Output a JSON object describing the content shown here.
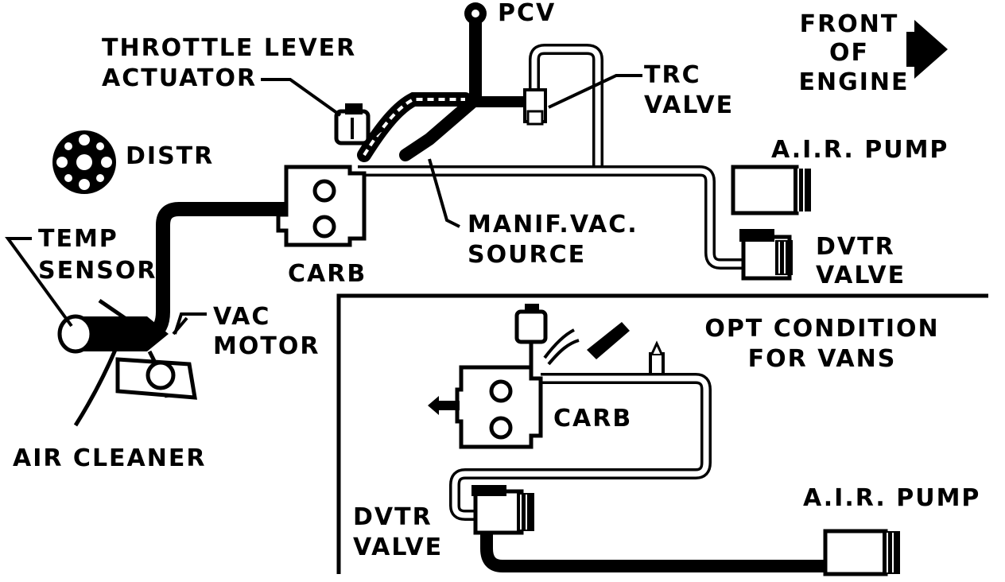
{
  "labels": {
    "pcv": "PCV",
    "front_of_engine": [
      "FRONT",
      "OF",
      "ENGINE"
    ],
    "throttle_lever_actuator": [
      "THROTTLE LEVER",
      "ACTUATOR"
    ],
    "trc_valve": [
      "TRC",
      "VALVE"
    ],
    "distr": "DISTR",
    "air_pump_main": "A.I.R. PUMP",
    "temp_sensor": [
      "TEMP",
      "SENSOR"
    ],
    "manif_vac_source": [
      "MANIF.VAC.",
      "SOURCE"
    ],
    "dvtr_valve_main": [
      "DVTR",
      "VALVE"
    ],
    "carb_main": "CARB",
    "vac_motor": [
      "VAC",
      "MOTOR"
    ],
    "air_cleaner": "AIR CLEANER",
    "opt_condition": [
      "OPT CONDITION",
      "FOR VANS"
    ],
    "carb_vans": "CARB",
    "air_pump_vans": "A.I.R. PUMP",
    "dvtr_valve_vans": [
      "DVTR",
      "VALVE"
    ]
  },
  "colors": {
    "ink": "#000000",
    "paper": "#ffffff"
  }
}
